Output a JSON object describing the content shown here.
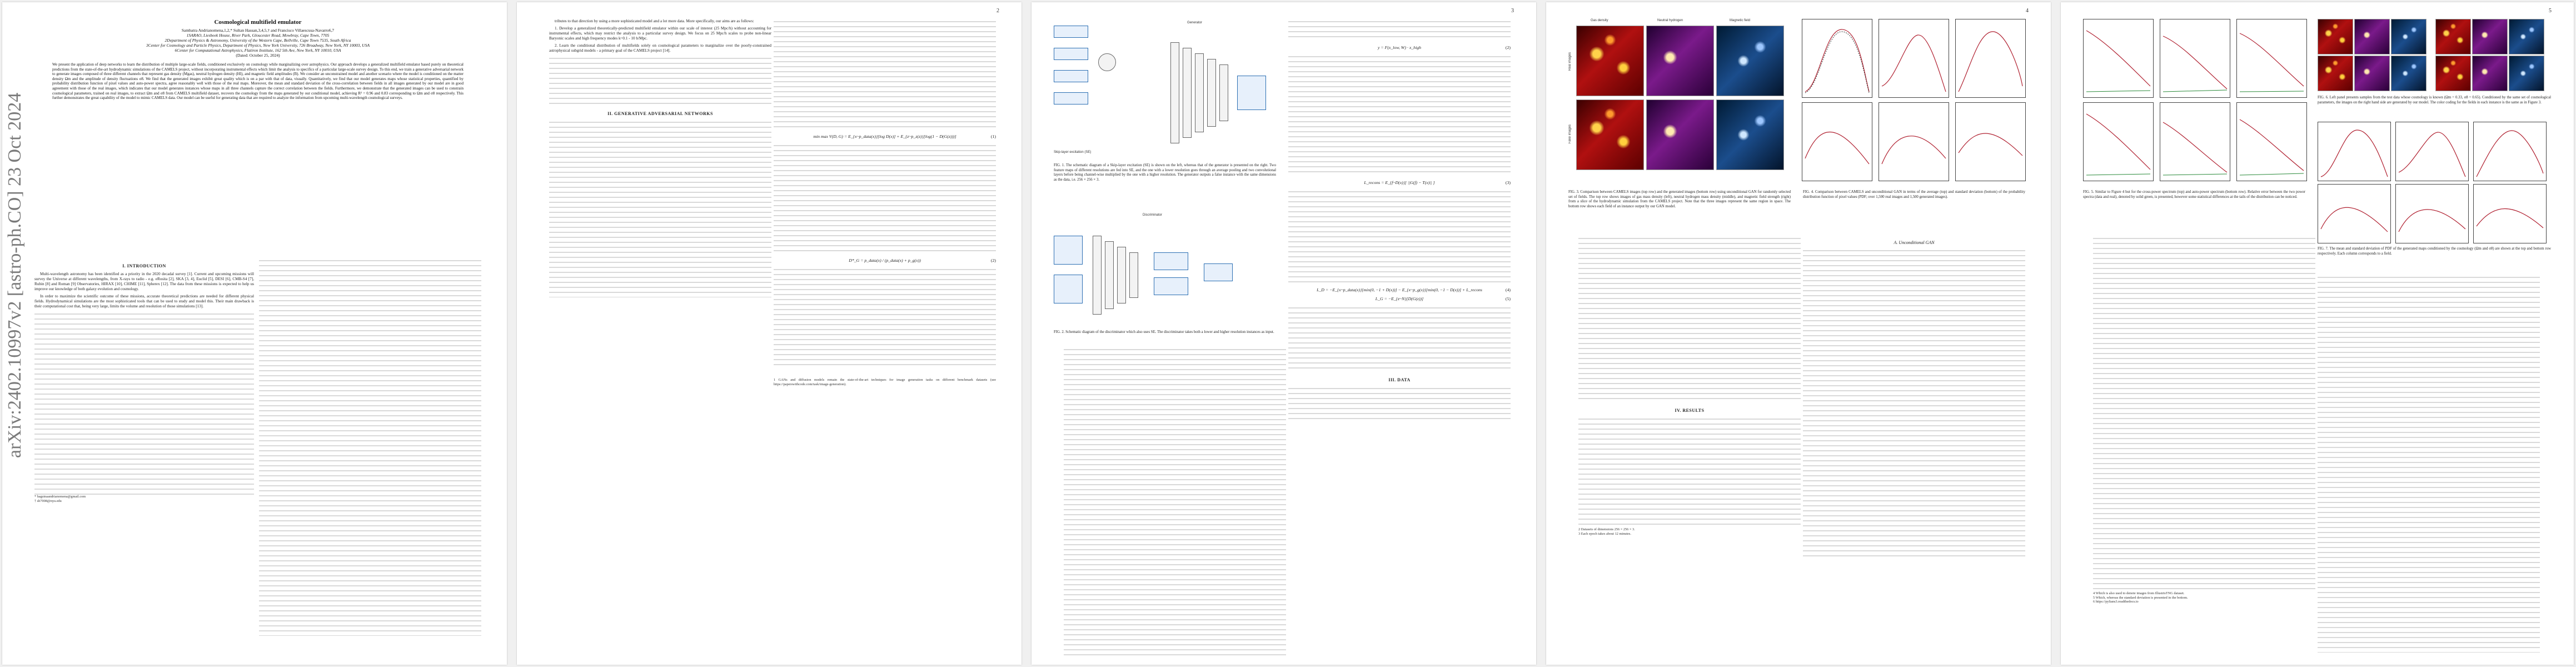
{
  "arxiv_stamp": "arXiv:2402.10997v2  [astro-ph.CO]  23 Oct 2024",
  "pages": [
    {
      "number": "",
      "title": "Cosmological multifield emulator",
      "authors": "Sambatra Andrianomena,1,2,* Sultan Hassan,3,4,5,† and Francisco Villaescusa-Navarro6,7",
      "affiliations": [
        "1SARAO, Liesbeek House, River Park, Gloucester Road, Mowbray, Cape Town, 7705",
        "2Department of Physics & Astronomy, University of the Western Cape, Bellville, Cape Town 7535, South Africa",
        "3Center for Cosmology and Particle Physics, Department of Physics, New York University, 726 Broadway, New York, NY 10003, USA",
        "6Center for Computational Astrophysics, Flatiron Institute, 162 5th Ave, New York, NY 10010, USA"
      ],
      "dated": "(Dated: October 25, 2024)",
      "abstract": "We present the application of deep networks to learn the distribution of multiple large-scale fields, conditioned exclusively on cosmology while marginalizing over astrophysics. Our approach develops a generalized multifield emulator based purely on theoretical predictions from the state-of-the-art hydrodynamic simulations of the CAMELS project, without incorporating instrumental effects which limit the analysis to specifics of a particular large-scale survey design. To this end, we train a generative adversarial network to generate images composed of three different channels that represent gas density (Mgas), neutral hydrogen density (HI), and magnetic field amplitudes (B). We consider an unconstrained model and another scenario where the model is conditioned on the matter density Ωm and the amplitude of density fluctuations σ8. We find that the generated images exhibit great quality which is on a par with that of data, visually. Quantitatively, we find that our model generates maps whose statistical properties, quantified by probability distribution function of pixel values and auto-power spectra, agree reasonably well with those of the real maps. Moreover, the mean and standard deviation of the cross-correlation between fields in all images generated by our model are in good agreement with those of the real images, which indicates that our model generates instances whose maps in all three channels capture the correct correlation between the fields. Furthermore, we demonstrate that the generated images can be used to constrain cosmological parameters, trained on real images, to extract Ωm and σ8 from CAMELS multifield dataset, recovers the cosmology from the maps generated by our conditional model, achieving R² = 0.96 and 0.83 corresponding to Ωm and σ8 respectively. This further demonstrates the great capability of the model to mimic CAMELS data. Our model can be useful for generating data that are required to analyze the information from upcoming multi-wavelength cosmological surveys.",
      "section": "I. INTRODUCTION",
      "body": [
        "Multi-wavelength astronomy has been identified as a priority in the 2020 decadal survey [1]. Current and upcoming missions will survey the Universe at different wavelengths, from X-rays to radio - e.g. eRosita [2], SKA [3, 4], Euclid [5], DESI [6], CMB-S4 [7], Rubin [8] and Roman [9] Observatories, HIRAX [10], CHIME [11], Spherex [12]. The data from these missions is expected to help us improve our knowledge of both galaxy evolution and cosmology.",
        "In order to maximize the scientific outcome of these missions, accurate theoretical predictions are needed for different physical fields. Hydrodynamical simulations are the most sophisticated tools that can be used to study and model this. Their main drawback is their computational cost that, being very large, limits the volume and resolution of those simulations [13]."
      ],
      "footnotes": [
        "* hagsinaandrianomena@gmail.com",
        "† sh7008@nyu.edu"
      ]
    },
    {
      "number": "2",
      "body_top": "tributes to that direction by using a more sophisticated model and a lot more data. More specifically, our aims are as follows:",
      "list": [
        "1. Develop a generalized theoretically-predicted multifield emulator within our scale of interest (25 Mpc/h) without accounting for instrumental effects, which may restrict the analysis to a particular survey design. We focus on 25 Mpc/h scales to probe non-linear Baryonic scales and high frequency modes k~0.1 - 10 h/Mpc.",
        "2. Learn the conditional distribution of multifields solely on cosmological parameters to marginalize over the poorly-constrained astrophysical subgrid models - a primary goal of the CAMELS project [14]."
      ],
      "section": "II. GENERATIVE ADVERSARIAL NETWORKS",
      "eq1": "min max V(D, G) = E_{x~p_data(x)}[log D(x)] + E_{z~p_z(z)}[log(1 − D(G(z)))]",
      "eq1_num": "(1)",
      "eq2": "D*_G = p_data(x) / (p_data(x) + p_g(x))",
      "eq2_num": "(2)",
      "footnote": "1 GANs and diffusion models remain the state-of-the-art techniques for image generation tasks on different benchmark datasets (see https://paperswithcode.com/task/image-generation)."
    },
    {
      "number": "3",
      "fig1_caption": "FIG. 1. The schematic diagram of a Skip-layer excitation (SE) is shown on the left, whereas that of the generator is presented on the right. Two feature maps of different resolutions are fed into SE, and the one with a lower resolution goes through an average pooling and two convolutional layers before being channel-wise multiplied by the one with a higher resolution. The generator outputs a false instance with the same dimensions as the data, i.e. 256 × 256 × 3.",
      "fig2_caption": "FIG. 2. Schematic diagram of the discriminator which also uses SE. The discriminator takes both a lower and higher resolution instances as input.",
      "section": "III. DATA",
      "eq3": "y = F(x_low, W) · x_high",
      "eq3_num": "(2)",
      "eq4": "L_recons = E_{f~D(x)}[ ||G(f) − T(x)|| ]",
      "eq4_num": "(3)",
      "eq5": "L_D = −E_{x~p_data(x)}[min(0, −1 + D(x))] − E_{x~p_g(x)}[min(0, −1 − D(x))] + L_recons",
      "eq5_num": "(4)",
      "eq6": "L_G = −E_{z~N}[D(G(z))]",
      "eq6_num": "(5)",
      "fig_labels": {
        "skip": "Skip-layer excitation (SE)",
        "gen": "Generator",
        "disc": "Discriminator"
      }
    },
    {
      "number": "4",
      "fig3_headers": [
        "Gas density",
        "Neutral hydrogen",
        "Magnetic field"
      ],
      "fig3_rows": [
        "Real images",
        "Fake images"
      ],
      "fig3_caption": "FIG. 3. Comparison between CAMELS images (top row) and the generated images (bottom row) using unconditional GAN for randomly selected set of fields. The top row shows images of gas mass density (left), neutral hydrogen mass density (middle), and magnetic field strength (right) from a slice of the hydrodynamic simulation from the CAMELS project. Note that the three images represent the same region in space. The bottom row shows each field of an instance output by our GAN model.",
      "fig4_caption": "FIG. 4. Comparison between CAMELS and unconditional GAN in terms of the average (top) and standard deviation (bottom) of the probability distribution function of pixel values (PDF; over 1,500 real images and 1,500 generated images).",
      "section_results": "IV. RESULTS",
      "subsec": "A. Unconditional GAN",
      "footnotes": [
        "2 Datasets of dimensions 256 × 256 × 3.",
        "3 Each epoch takes about 12 minutes."
      ]
    },
    {
      "number": "5",
      "fig5_caption": "FIG. 5. Similar to Figure 4 but for the cross-power spectrum (top) and auto-power spectrum (bottom row). Relative error between the two power spectra (data and real), denoted by solid green, is presented, however some statistical differences at the tails of the distribution can be noticed.",
      "fig6_caption": "FIG. 6. Left panel presents samples from the test data whose cosmology is known (Ωm = 0.33, σ8 = 0.65). Conditioned by the same set of cosmological parameters, the images on the right hand side are generated by our model. The color coding for the fields in each instance is the same as in Figure 3.",
      "fig7_caption": "FIG. 7. The mean and standard deviation of PDF of the generated maps conditioned by the cosmology (Ωm and σ8) are shown at the top and bottom row respectively. Each column corresponds to a field.",
      "footnotes": [
        "4 Which is also used to denote images from IllustrisTNG dataset.",
        "5 Which, whereas the standard deviation is presented in the bottom.",
        "6 https://pylians3.readthedocs.io"
      ]
    }
  ]
}
